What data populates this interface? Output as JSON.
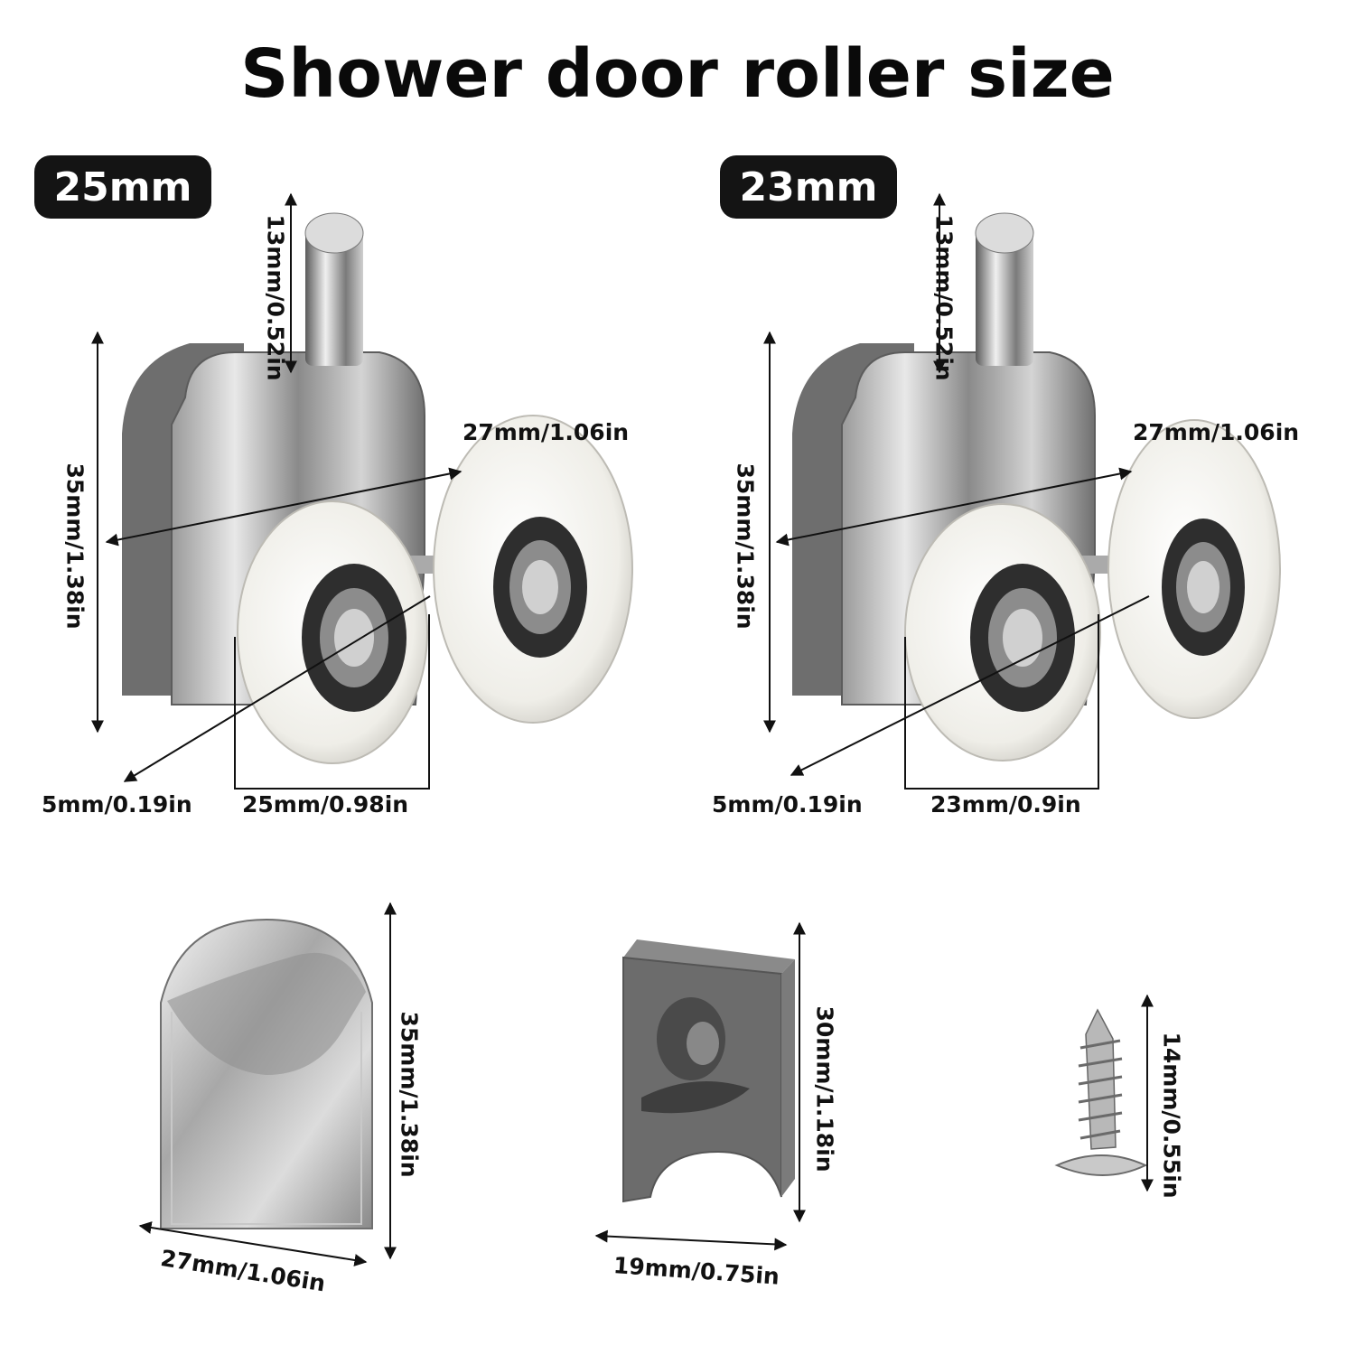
{
  "title": "Shower door roller size",
  "variants": [
    {
      "badge": "25mm",
      "pin_height": "13mm/0.52in",
      "body_height": "35mm/1.38in",
      "diagonal": "27mm/1.06in",
      "axle": "5mm/0.19in",
      "wheel_span": "25mm/0.98in"
    },
    {
      "badge": "23mm",
      "pin_height": "13mm/0.52in",
      "body_height": "35mm/1.38in",
      "diagonal": "27mm/1.06in",
      "axle": "5mm/0.19in",
      "wheel_span": "23mm/0.9in"
    }
  ],
  "parts": {
    "chrome_cap": {
      "height": "35mm/1.38in",
      "width": "27mm/1.06in"
    },
    "gray_block": {
      "height": "30mm/1.18in",
      "width": "19mm/0.75in"
    },
    "screw": {
      "length": "14mm/0.55in"
    }
  },
  "colors": {
    "chrome": "#b8b8b8",
    "chrome_dark": "#6a6a6a",
    "gray_plastic": "#6f6f6f",
    "wheel_white": "#f2f1ec",
    "bearing_dark": "#2e2e2e",
    "badge_bg": "#141414"
  }
}
